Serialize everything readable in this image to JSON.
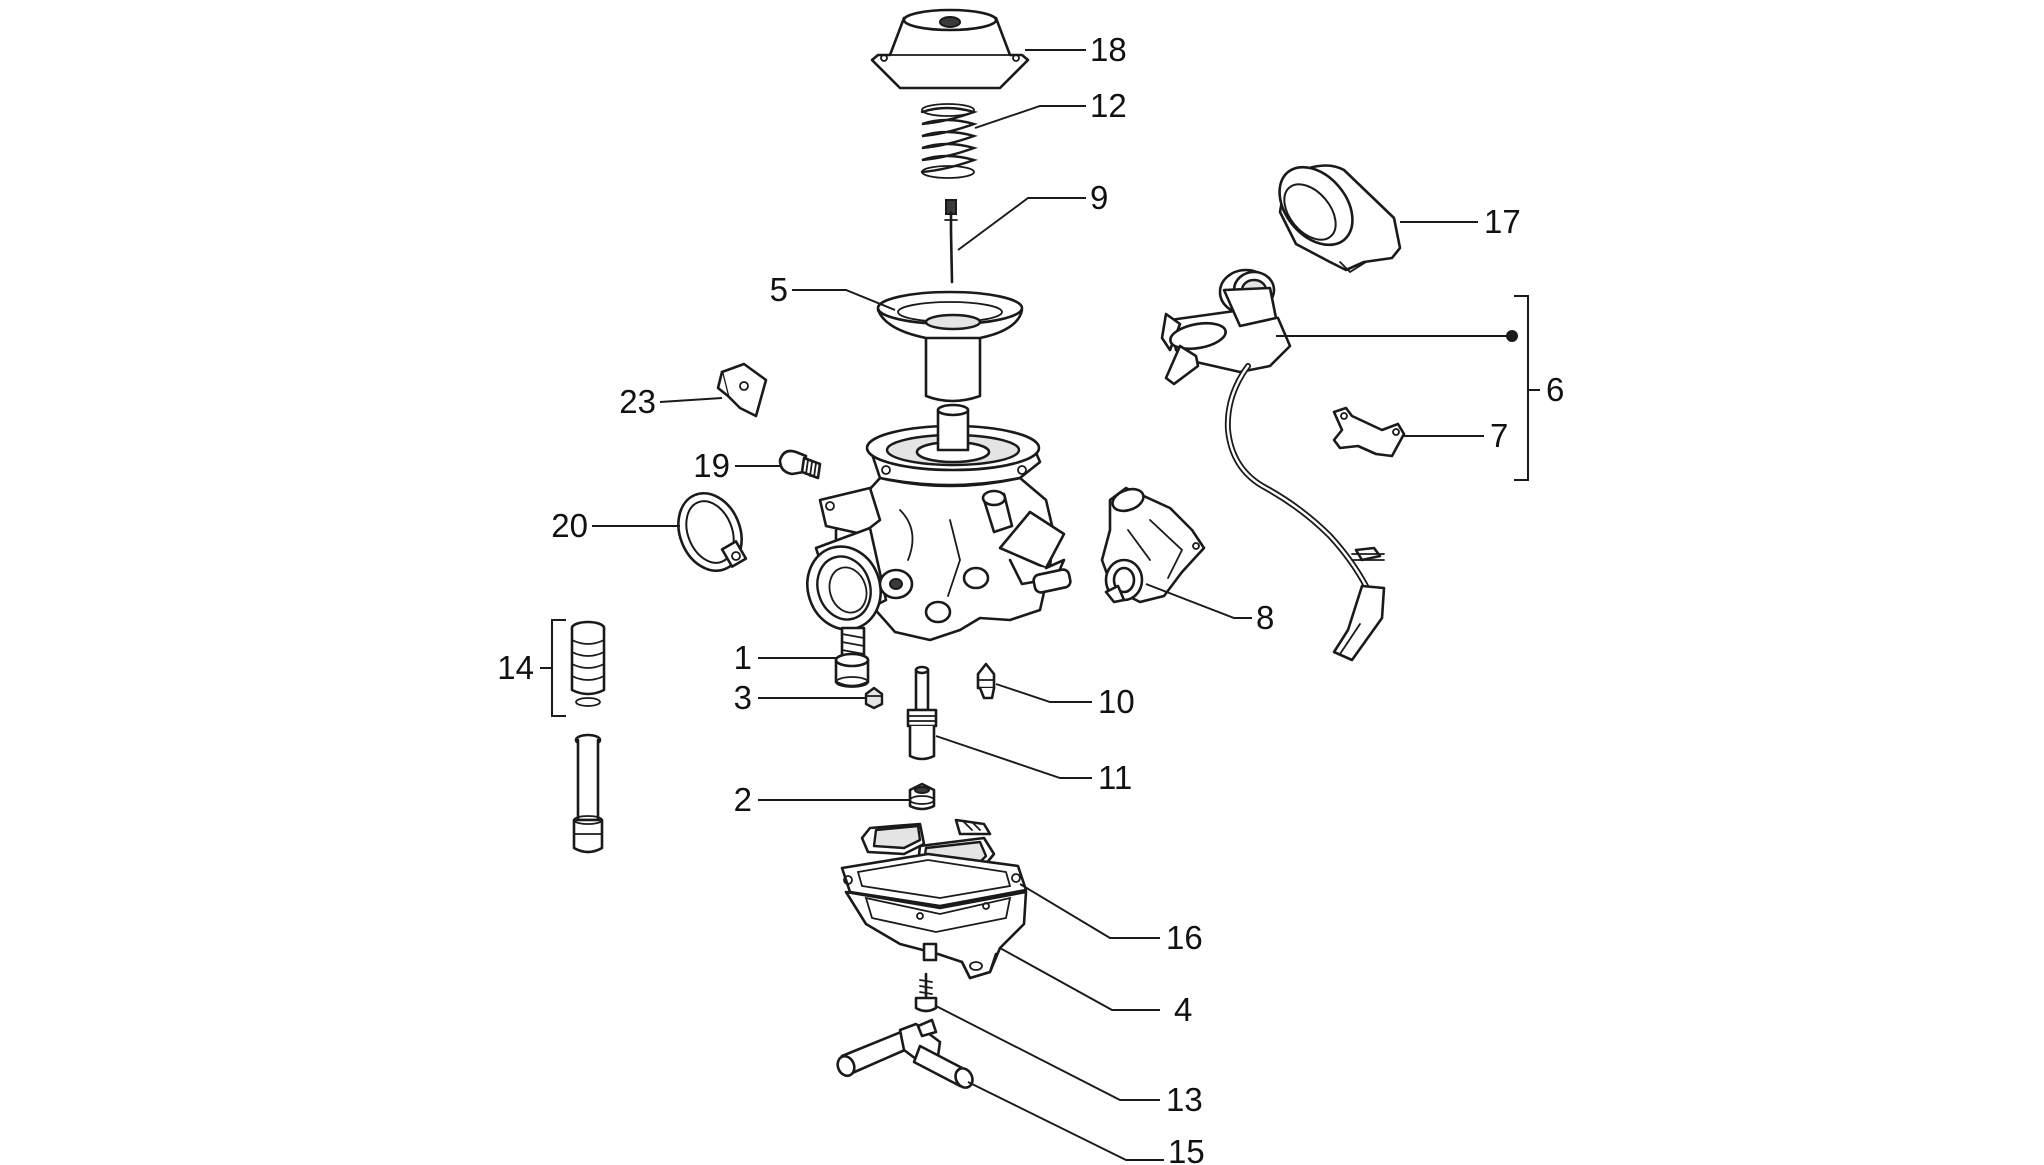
{
  "callouts": {
    "c1": "1",
    "c2": "2",
    "c3": "3",
    "c4": "4",
    "c5": "5",
    "c6": "6",
    "c7": "7",
    "c8": "8",
    "c9": "9",
    "c10": "10",
    "c11": "11",
    "c12": "12",
    "c13": "13",
    "c14": "14",
    "c15": "15",
    "c16": "16",
    "c17": "17",
    "c18": "18",
    "c19": "19",
    "c20": "20",
    "c23": "23"
  },
  "colors": {
    "line": "#1a1a1a",
    "background": "#ffffff",
    "shade": "#e4e4e4"
  }
}
